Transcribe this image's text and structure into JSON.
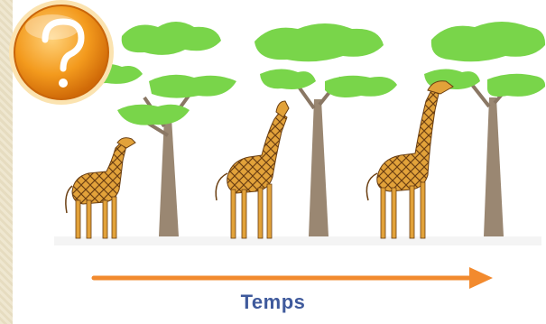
{
  "caption": "Temps",
  "icons": {
    "badge": "question-mark-icon",
    "arrow": "arrow-right-icon"
  },
  "colors": {
    "arrow": "#f28a2e",
    "caption": "#3f5a9c",
    "badge_fill": "#f39a1d",
    "foliage": "#79d54a",
    "giraffe": "#e2a23a"
  },
  "scene": {
    "panels": 3,
    "giraffe_neck_stage": [
      "short",
      "medium",
      "long"
    ]
  }
}
